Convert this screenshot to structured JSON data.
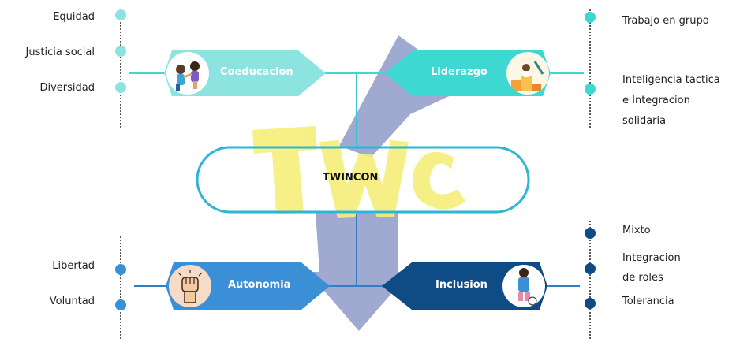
{
  "center": {
    "label": "TWINCON",
    "watermark": "TWC"
  },
  "chevrons": {
    "coeducacion": {
      "label": "Coeducacion",
      "color": "#8de3e0"
    },
    "liderazgo": {
      "label": "Liderazgo",
      "color": "#3ed8d2"
    },
    "autonomia": {
      "label": "Autonomia",
      "color": "#3a8fd6"
    },
    "inclusion": {
      "label": "Inclusion",
      "color": "#0f4c86"
    }
  },
  "left_top": {
    "items": [
      "Equidad",
      "Justicia social",
      "Diversidad"
    ],
    "dot_color": "#8de3e0"
  },
  "right_top": {
    "items": [
      "Trabajo en grupo",
      "Inteligencia tactica",
      "e Integracion",
      "solidaria"
    ],
    "dot_color": "#3ed8d2"
  },
  "left_bottom": {
    "items": [
      "Libertad",
      "Voluntad"
    ],
    "dot_color": "#3a8fd6"
  },
  "right_bottom": {
    "items": [
      "Mixto",
      "Integracion",
      "de roles",
      "Tolerancia"
    ],
    "dot_color": "#0f4c86"
  },
  "colors": {
    "center_border": "#2fb4d6",
    "arrow": "#8f9bc9",
    "watermark": "#f5ee7a"
  },
  "icons": [
    "children-playing-icon",
    "award-podium-icon",
    "raised-fist-icon",
    "child-soccer-icon"
  ]
}
